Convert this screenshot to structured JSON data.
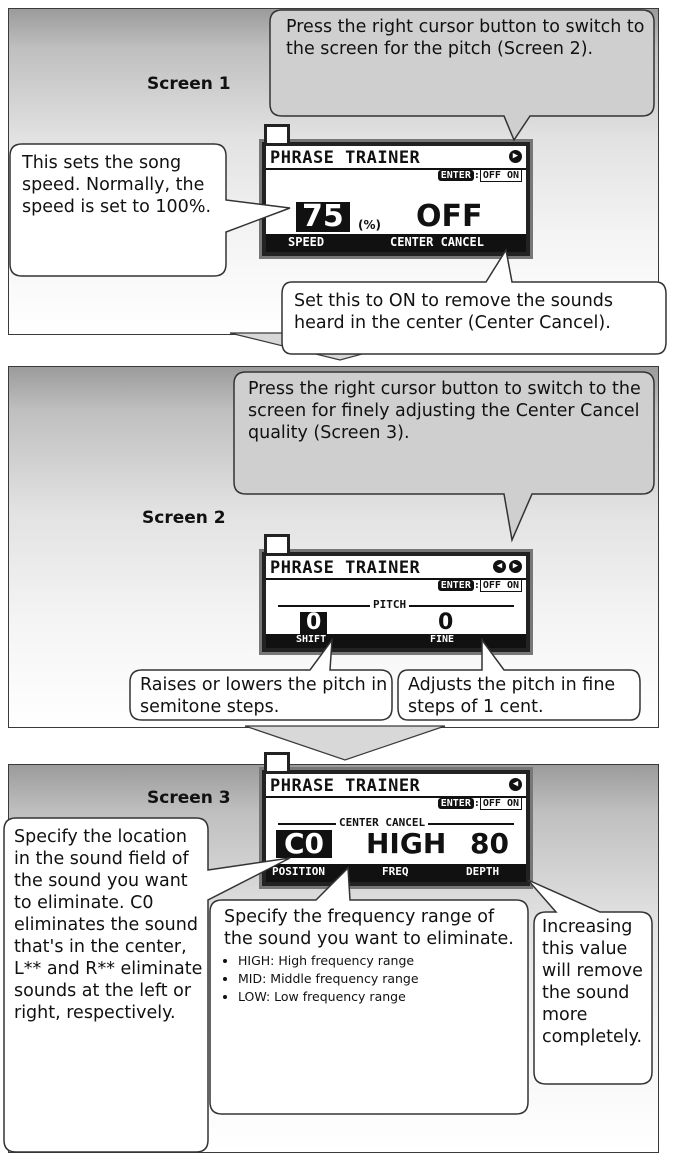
{
  "screens": [
    {
      "label": "Screen 1",
      "lcd": {
        "title": "PHRASE TRAINER",
        "enter_key": "ENTER",
        "enter_sep": ":",
        "enter_onoff": "OFF ON",
        "value_primary": "75",
        "value_unit": "(%)",
        "value_secondary": "OFF",
        "footer_left": "SPEED",
        "footer_right": "CENTER CANCEL"
      },
      "callouts": {
        "top": "Press the right cursor button to switch to the screen for the pitch (Screen 2).",
        "left": "This sets the song speed. Normally, the speed is set to 100%.",
        "bottom": "Set this to ON to remove the sounds heard in the center (Center Cancel)."
      }
    },
    {
      "label": "Screen 2",
      "lcd": {
        "title": "PHRASE TRAINER",
        "enter_key": "ENTER",
        "enter_sep": ":",
        "enter_onoff": "OFF ON",
        "section": "PITCH",
        "value_primary": "0",
        "value_secondary": "0",
        "footer_left": "SHIFT",
        "footer_right": "FINE"
      },
      "callouts": {
        "top": "Press the right cursor button to switch to the screen for finely adjusting the Center Cancel quality (Screen 3).",
        "left": "Raises or lowers the pitch in semitone steps.",
        "right": "Adjusts the pitch in fine steps of 1 cent."
      }
    },
    {
      "label": "Screen 3",
      "lcd": {
        "title": "PHRASE TRAINER",
        "enter_key": "ENTER",
        "enter_sep": ":",
        "enter_onoff": "OFF ON",
        "section": "CENTER CANCEL",
        "value_primary": "C0",
        "value_mid": "HIGH",
        "value_secondary": "80",
        "footer_left": "POSITION",
        "footer_mid": "FREQ",
        "footer_right": "DEPTH"
      },
      "callouts": {
        "left": "Specify the location in the sound field of the sound you want to eliminate. C0 eliminates the sound that's in the center, L** and R** eliminate sounds at the left or right, respectively.",
        "middle": "Specify the frequency range of the sound you want to eliminate.",
        "middle_bullets": [
          "HIGH: High frequency range",
          "MID: Middle frequency range",
          "LOW: Low frequency range"
        ],
        "right": "Increasing this value will remove the sound more completely."
      }
    }
  ],
  "colors": {
    "callout_grey": "#cfcfcf",
    "callout_white": "#ffffff",
    "lcd_dark": "#111111"
  }
}
